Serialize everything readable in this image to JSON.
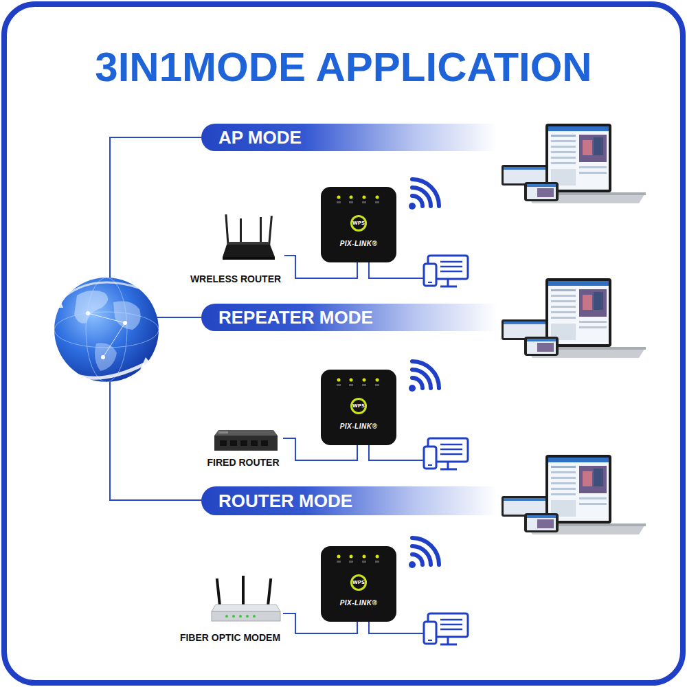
{
  "diagram": {
    "title": "3IN1MODE APPLICATION",
    "nodes": [
      {
        "text": [
          "AP MODE"
        ]
      },
      {
        "text": [
          "WPS",
          "PIX-LINK®"
        ]
      },
      {
        "text": [
          "WRELESS ROUTER"
        ]
      },
      {
        "text": [
          "REPEATER MODE"
        ]
      },
      {
        "text": [
          "WPS",
          "PIX-LINK®"
        ]
      },
      {
        "text": [
          "FIRED ROUTER"
        ]
      },
      {
        "text": [
          "ROUTER MODE"
        ]
      },
      {
        "text": [
          "WPS",
          "PIX-LINK®"
        ]
      },
      {
        "text": [
          "FIBER OPTIC MODEM"
        ]
      }
    ],
    "edges": [
      {
        "from": 2,
        "to": 1,
        "arrow": "none"
      },
      {
        "from": 5,
        "to": 4,
        "arrow": "none"
      },
      {
        "from": 8,
        "to": 7,
        "arrow": "none"
      }
    ]
  }
}
